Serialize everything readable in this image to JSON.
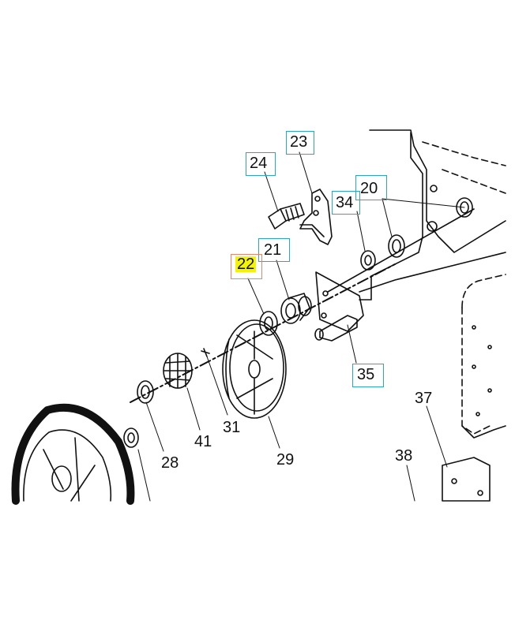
{
  "diagram": {
    "labels": {
      "p20": "20",
      "p21": "21",
      "p22": "22",
      "p23": "23",
      "p24": "24",
      "p28": "28",
      "p29": "29",
      "p31": "31",
      "p34": "34",
      "p35": "35",
      "p37": "37",
      "p38": "38",
      "p41": "41"
    },
    "highlighted_part": "22",
    "colors": {
      "box_border": "#2aa7c6",
      "selected_box_border": "#e8866a",
      "highlight": "#f4f400",
      "line": "#111111"
    }
  }
}
